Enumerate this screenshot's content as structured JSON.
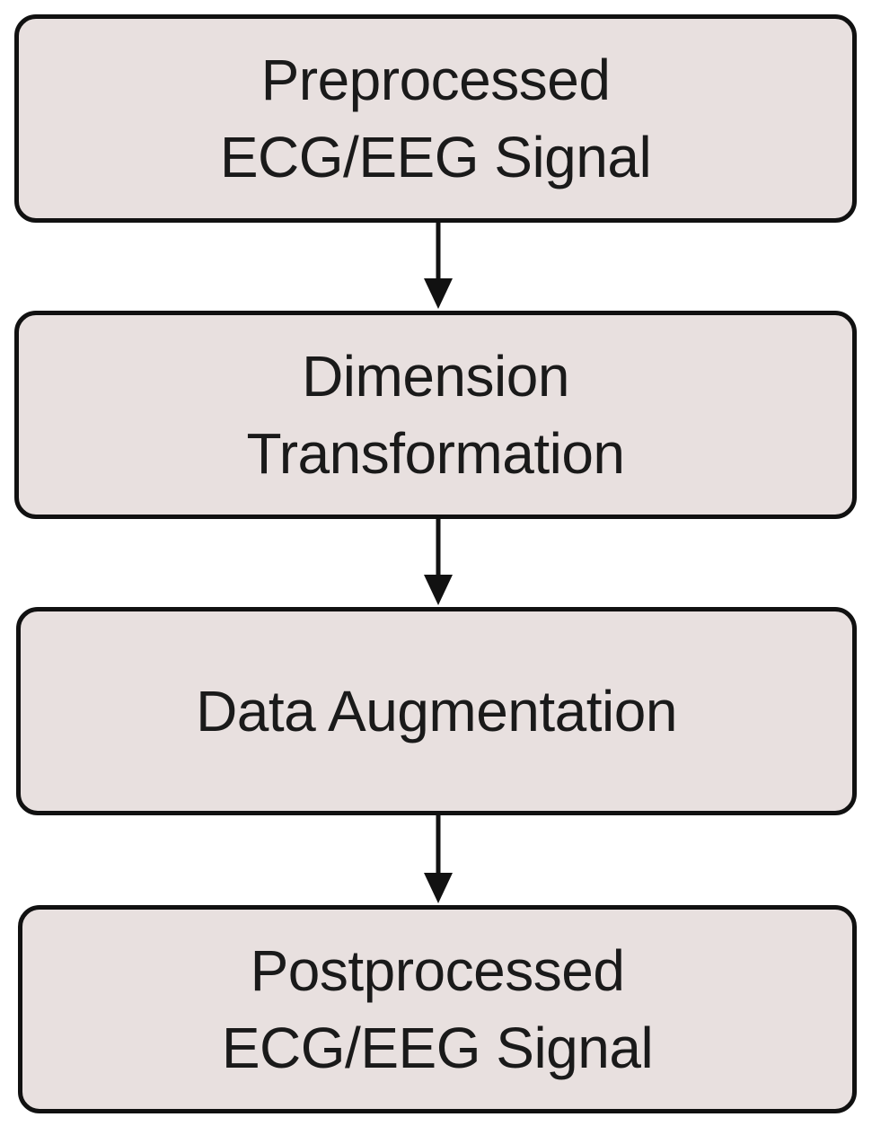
{
  "diagram": {
    "steps": [
      {
        "lines": [
          "Preprocessed",
          "ECG/EEG Signal"
        ]
      },
      {
        "lines": [
          "Dimension",
          "Transformation"
        ]
      },
      {
        "lines": [
          "Data Augmentation"
        ]
      },
      {
        "lines": [
          "Postprocessed",
          "ECG/EEG Signal"
        ]
      }
    ],
    "colors": {
      "box_fill": "#e8e0df",
      "border": "#111111",
      "text": "#1a1a1a",
      "arrow": "#111111"
    }
  }
}
